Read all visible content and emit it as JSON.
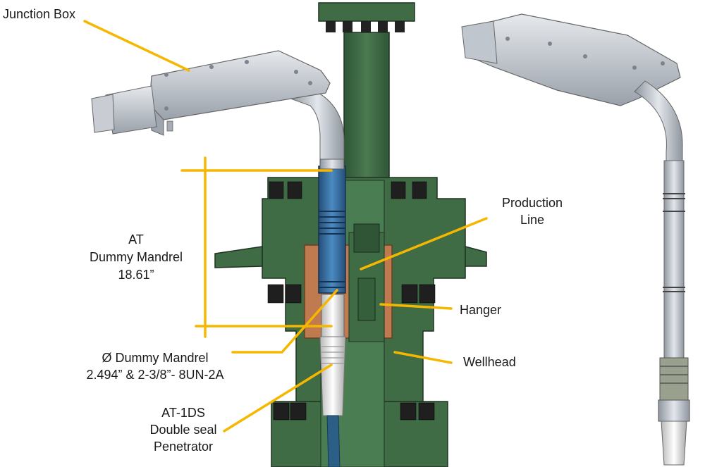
{
  "labels": {
    "junction_box": "Junction Box",
    "production_line": [
      "Production",
      "Line"
    ],
    "at_dummy_mandrel": [
      "AT",
      "Dummy Mandrel",
      "18.61”"
    ],
    "hanger": "Hanger",
    "wellhead": "Wellhead",
    "dia_dummy_mandrel": [
      "Ø Dummy Mandrel",
      "2.494” & 2-3/8”- 8UN-2A"
    ],
    "penetrator": [
      "AT-1DS",
      "Double seal",
      "Penetrator"
    ]
  },
  "colors": {
    "callout": "#f5b700",
    "wellhead_green": "#3f6b45",
    "wellhead_dark": "#2a4a30",
    "hanger_copper": "#c07a50",
    "mandrel_blue": "#3a73a8",
    "junction_steel": "#b9bfc8",
    "bolt": "#222222"
  }
}
